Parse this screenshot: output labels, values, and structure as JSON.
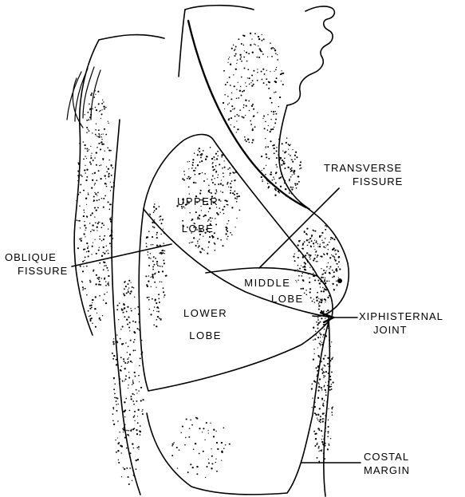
{
  "labels": {
    "upper_lobe": [
      "UPPER",
      "LOBE"
    ],
    "middle_lobe": [
      "MIDDLE",
      "LOBE"
    ],
    "lower_lobe": [
      "LOWER",
      "LOBE"
    ],
    "transverse_fissure": [
      "TRANSVERSE",
      "FISSURE"
    ],
    "oblique_fissure": [
      "OBLIQUE",
      "FISSURE"
    ],
    "xiphisternal_joint": [
      "XIPHISTERNAL",
      "JOINT"
    ],
    "costal_margin": [
      "COSTAL",
      "MARGIN"
    ]
  }
}
